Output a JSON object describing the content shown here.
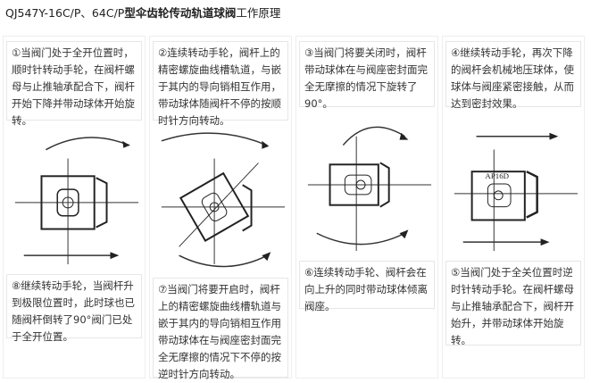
{
  "title": {
    "prefix": "QJ547Y-16C/P、64C/P",
    "bold": "型伞齿轮传动轨道球阀",
    "suffix": "工作原理"
  },
  "steps": [
    {
      "text": "①当阀门处于全开位置时，顺时针转动手轮，在阀杆螺母与止推轴承配合下，阀杆开始下降并带动球体开始旋转。"
    },
    {
      "text": "②连续转动手轮，阀杆上的精密螺旋曲线槽轨道，与嵌于其内的导向销相互作用，带动球体随阀杆不停的按顺时针方向转动。"
    },
    {
      "text": "③当阀门将要关闭时，阀杆带动球体在与阀座密封面完全无摩擦的情况下旋转了90°。"
    },
    {
      "text": "④继续转动手轮，再次下降的阀杆会机械地压球体，使球体与阀座紧密接触，从而达到密封效果。"
    },
    {
      "text": "⑧继续转动手轮，当阀杆升到极限位置时，此时球也已随阀杆倒转了90°阀门已处于全开位置。"
    },
    {
      "text": "⑦当阀门将要开启时，阀杆上的精密螺旋曲线槽轨道与嵌于其内的导向销相互作用带动球体在与阀座密封面完全无摩擦的情况下不停的按逆时针方向转动。"
    },
    {
      "text": "⑥连续转动手轮、阀杆会在向上升的同时带动球体倾离阀座。"
    },
    {
      "text": "⑤当阀门处于全关位置时逆时针转动手轮。在阀杆螺母与止推轴承配合下，阀杆开始升，并带动球体开始旋转。"
    }
  ],
  "diagram_label": "AP16D"
}
